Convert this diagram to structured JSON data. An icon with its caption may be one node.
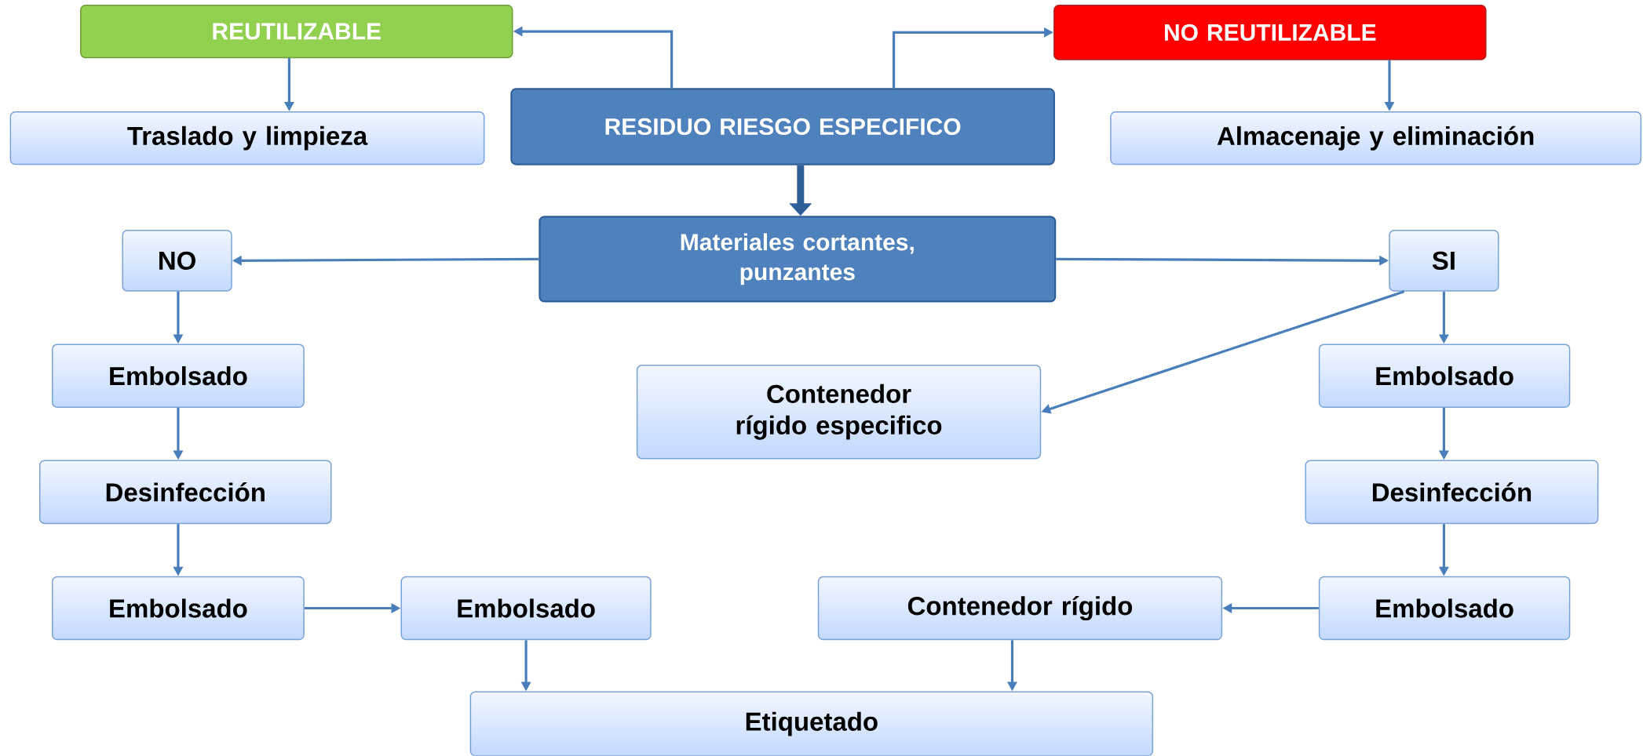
{
  "diagram": {
    "nodes": [
      {
        "text": [
          "REUTILIZABLE"
        ]
      },
      {
        "text": [
          "NO REUTILIZABLE"
        ]
      },
      {
        "text": [
          "Traslado y limpieza"
        ]
      },
      {
        "text": [
          "RESIDUO RIESGO ESPECIFICO"
        ]
      },
      {
        "text": [
          "Almacenaje y eliminación"
        ]
      },
      {
        "text": [
          "Materiales cortantes, punzantes"
        ]
      },
      {
        "text": [
          "NO"
        ]
      },
      {
        "text": [
          "SI"
        ]
      },
      {
        "text": [
          "Embolsado"
        ]
      },
      {
        "text": [
          "Contenedor rígido especifico"
        ]
      },
      {
        "text": [
          "Embolsado"
        ]
      },
      {
        "text": [
          "Desinfección"
        ]
      },
      {
        "text": [
          "Desinfección"
        ]
      },
      {
        "text": [
          "Embolsado"
        ]
      },
      {
        "text": [
          "Embolsado"
        ]
      },
      {
        "text": [
          "Contenedor rígido"
        ]
      },
      {
        "text": [
          "Embolsado"
        ]
      },
      {
        "text": [
          "Etiquetado"
        ]
      }
    ],
    "edges": [
      {
        "from": 3,
        "to": 0,
        "arrow": "to"
      },
      {
        "from": 3,
        "to": 1,
        "arrow": "to"
      },
      {
        "from": 0,
        "to": 2,
        "arrow": "to"
      },
      {
        "from": 1,
        "to": 4,
        "arrow": "to"
      },
      {
        "from": 3,
        "to": 5,
        "arrow": "to",
        "style": "thick",
        "color": "#2f5f98"
      },
      {
        "from": 5,
        "to": 6,
        "arrow": "to"
      },
      {
        "from": 5,
        "to": 7,
        "arrow": "to"
      },
      {
        "from": 7,
        "to": 9,
        "arrow": "to"
      },
      {
        "from": 7,
        "to": 10,
        "arrow": "to"
      },
      {
        "from": 6,
        "to": 8,
        "arrow": "to"
      },
      {
        "from": 8,
        "to": 11,
        "arrow": "to"
      },
      {
        "from": 11,
        "to": 13,
        "arrow": "to"
      },
      {
        "from": 13,
        "to": 14,
        "arrow": "to"
      },
      {
        "from": 10,
        "to": 12,
        "arrow": "to"
      },
      {
        "from": 12,
        "to": 16,
        "arrow": "to"
      },
      {
        "from": 16,
        "to": 15,
        "arrow": "to"
      },
      {
        "from": 14,
        "to": 17,
        "arrow": "to"
      },
      {
        "from": 15,
        "to": 17,
        "arrow": "to"
      }
    ]
  }
}
